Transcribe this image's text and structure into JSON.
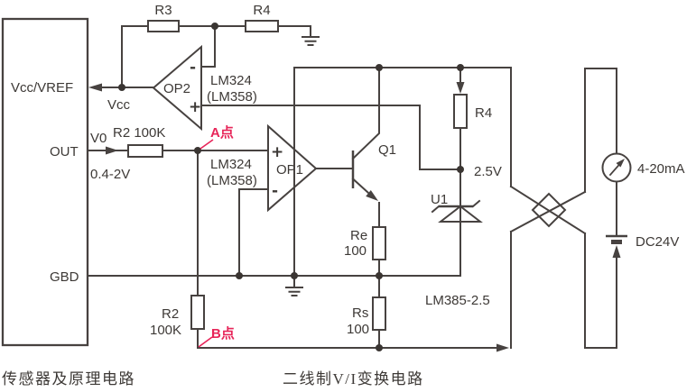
{
  "schematic": {
    "sensor_block": {
      "pin_vcc_vref": "Vcc/VREF",
      "pin_out": "OUT",
      "pin_gbd": "GBD"
    },
    "annotations": {
      "vcc": "Vcc",
      "v0": "V0",
      "out_range": "0.4-2V",
      "node_a": "A点",
      "node_b": "B点",
      "vref": "2.5V"
    },
    "components": {
      "r3": "R3",
      "r4_top": "R4",
      "r2_series": "R2 100K",
      "r2_shunt_name": "R2",
      "r2_shunt_value": "100K",
      "r4_right": "R4",
      "re_name": "Re",
      "re_value": "100",
      "rs_name": "Rs",
      "rs_value": "100",
      "op2_name": "OP2",
      "op2_ic": "LM324",
      "op2_ic_alt": "(LM358)",
      "op1_name": "OP1",
      "op1_ic": "LM324",
      "op1_ic_alt": "(LM358)",
      "plus": "+",
      "minus": "-",
      "q1": "Q1",
      "u1_name": "U1",
      "u1_part": "LM385-2.5",
      "meter_range": "4-20mA",
      "supply": "DC24V"
    },
    "captions": {
      "left": "传感器及原理电路",
      "right": "二线制V/I变换电路"
    },
    "colors": {
      "line": "#474240",
      "text": "#3d3936",
      "accent_red": "#e72559",
      "background": "#ffffff"
    }
  }
}
